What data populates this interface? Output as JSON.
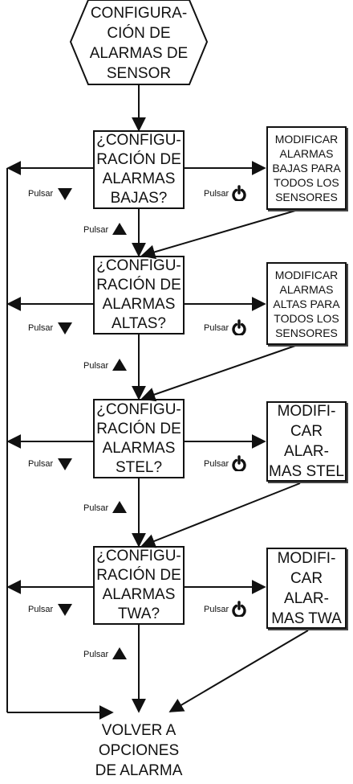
{
  "start": {
    "label": "CONFIGURA-\nCIÓN DE\nALARMAS DE\nSENSOR"
  },
  "decisions": [
    {
      "label": "¿CONFIGU-\nRACIÓN DE\nALARMAS\nBAJAS?"
    },
    {
      "label": "¿CONFIGU-\nRACIÓN DE\nALARMAS\nALTAS?"
    },
    {
      "label": "¿CONFIGU-\nRACIÓN DE\nALARMAS\nSTEL?"
    },
    {
      "label": "¿CONFIGU-\nRACIÓN DE\nALARMAS\nTWA?"
    }
  ],
  "actions": [
    {
      "label": "MODIFICAR\nALARMAS\nBAJAS PARA\nTODOS LOS\nSENSORES"
    },
    {
      "label": "MODIFICAR\nALARMAS\nALTAS PARA\nTODOS LOS\nSENSORES"
    },
    {
      "label": "MODIFI-\nCAR ALAR-\nMAS STEL"
    },
    {
      "label": "MODIFI-\nCAR ALAR-\nMAS TWA"
    }
  ],
  "end": {
    "label": "VOLVER A\nOPCIONES\nDE ALARMA"
  },
  "press_label": "Pulsar",
  "icons": {
    "down": "down-triangle-icon",
    "up": "up-triangle-icon",
    "power": "power-icon"
  }
}
